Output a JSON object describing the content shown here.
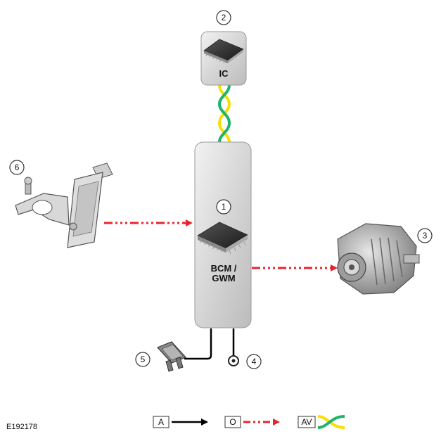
{
  "modules": {
    "ic": {
      "label": "IC",
      "callout": "2"
    },
    "bcm": {
      "label_line1": "BCM /",
      "label_line2": "GWM",
      "callout": "1"
    }
  },
  "components": {
    "alternator": {
      "callout": "3"
    },
    "ground": {
      "callout": "4"
    },
    "fuse": {
      "callout": "5"
    },
    "battery_sensor": {
      "callout": "6"
    }
  },
  "key": [
    {
      "code": "A"
    },
    {
      "code": "O"
    },
    {
      "code": "AV"
    }
  ],
  "reference": "E192178",
  "colors": {
    "hardwired": "#000000",
    "lin_bus": "#e8242b",
    "can_yellow": "#f5e000",
    "can_green": "#1fb36b",
    "module_fill": "#dcdcdc"
  },
  "icons": [
    "chip-icon",
    "alternator-icon",
    "fuse-icon",
    "ground-eyelet-icon",
    "battery-sensor-icon"
  ]
}
